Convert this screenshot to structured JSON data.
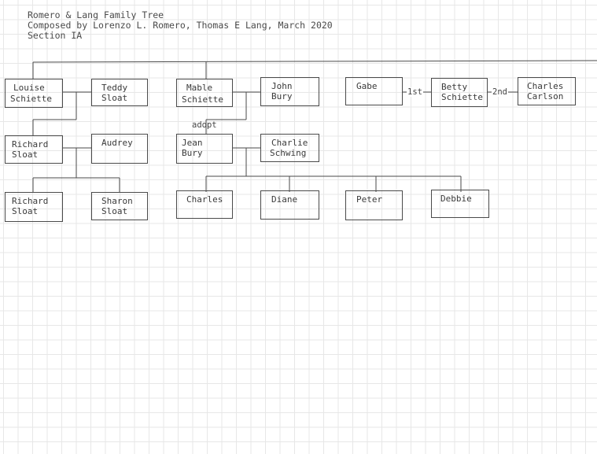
{
  "header": {
    "title": "Romero & Lang Family Tree",
    "composed_by": "Composed by Lorenzo L. Romero, Thomas E Lang, March 2020",
    "section": "Section IA"
  },
  "people": {
    "louise": [
      "Louise",
      "Schiette"
    ],
    "teddy": [
      "Teddy",
      "Sloat"
    ],
    "mable": [
      "Mable",
      "Schiette"
    ],
    "john": [
      "John",
      "Bury"
    ],
    "gabe": [
      "Gabe"
    ],
    "betty": [
      "Betty",
      "Schiette"
    ],
    "charles_carlson": [
      "Charles",
      "Carlson"
    ],
    "richard_sr": [
      "Richard",
      "Sloat"
    ],
    "audrey": [
      "Audrey"
    ],
    "jean": [
      "Jean",
      "Bury"
    ],
    "charlie": [
      "Charlie",
      "Schwing"
    ],
    "richard_jr": [
      "Richard",
      "Sloat"
    ],
    "sharon": [
      "Sharon",
      "Sloat"
    ],
    "charles": [
      "Charles"
    ],
    "diane": [
      "Diane"
    ],
    "peter": [
      "Peter"
    ],
    "debbie": [
      "Debbie"
    ]
  },
  "relations": {
    "adopt": "adopt",
    "first": "1st",
    "second": "2nd"
  }
}
